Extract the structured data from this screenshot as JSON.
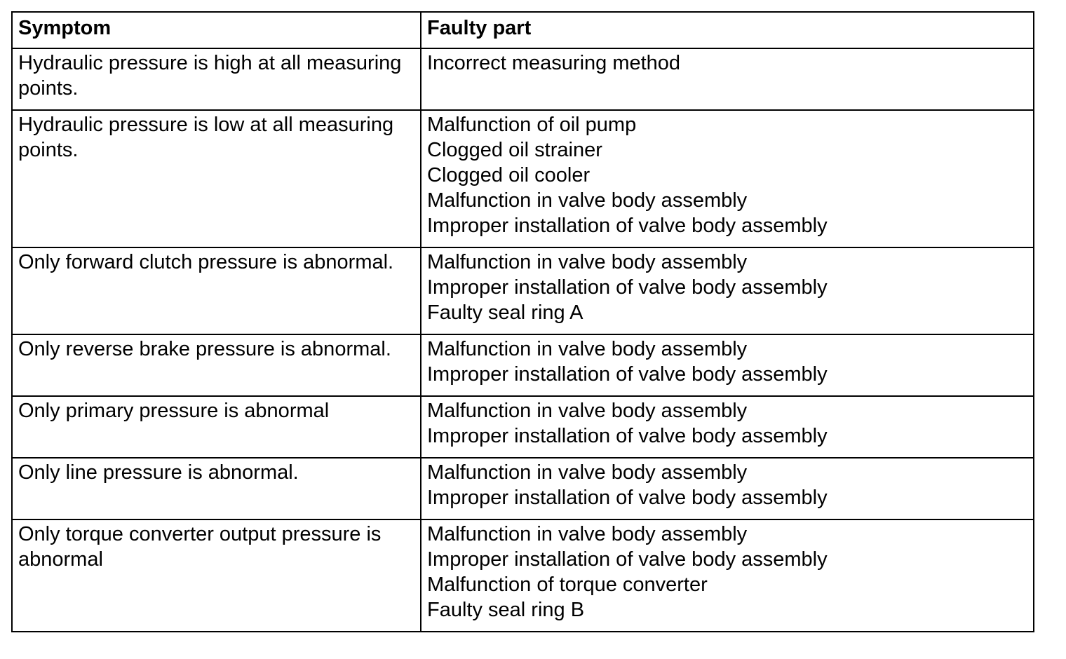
{
  "table": {
    "headers": {
      "symptom": "Symptom",
      "faulty_part": "Faulty part"
    },
    "rows": [
      {
        "symptom": "Hydraulic pressure is high at all measuring points.",
        "faulty_parts": [
          "Incorrect measuring method"
        ]
      },
      {
        "symptom": "Hydraulic pressure is low at all measuring points.",
        "faulty_parts": [
          "Malfunction of oil pump",
          "Clogged oil strainer",
          "Clogged oil cooler",
          "Malfunction in valve body assembly",
          "Improper installation of valve body assembly"
        ]
      },
      {
        "symptom": "Only forward clutch pressure is abnormal.",
        "faulty_parts": [
          "Malfunction in valve body assembly",
          "Improper installation of valve body assembly",
          "Faulty seal ring A"
        ]
      },
      {
        "symptom": "Only reverse brake pressure is abnormal.",
        "faulty_parts": [
          "Malfunction in valve body assembly",
          "Improper installation of valve body assembly"
        ]
      },
      {
        "symptom": "Only primary pressure is abnormal",
        "faulty_parts": [
          "Malfunction in valve body assembly",
          "Improper installation of valve body assembly"
        ]
      },
      {
        "symptom": "Only line pressure is abnormal.",
        "faulty_parts": [
          "Malfunction in valve body assembly",
          "Improper installation of valve body assembly"
        ]
      },
      {
        "symptom": "Only torque converter output pressure is abnormal",
        "faulty_parts": [
          "Malfunction in valve body assembly",
          "Improper installation of valve body assembly",
          "Malfunction of torque converter",
          "Faulty seal ring B"
        ]
      }
    ]
  }
}
